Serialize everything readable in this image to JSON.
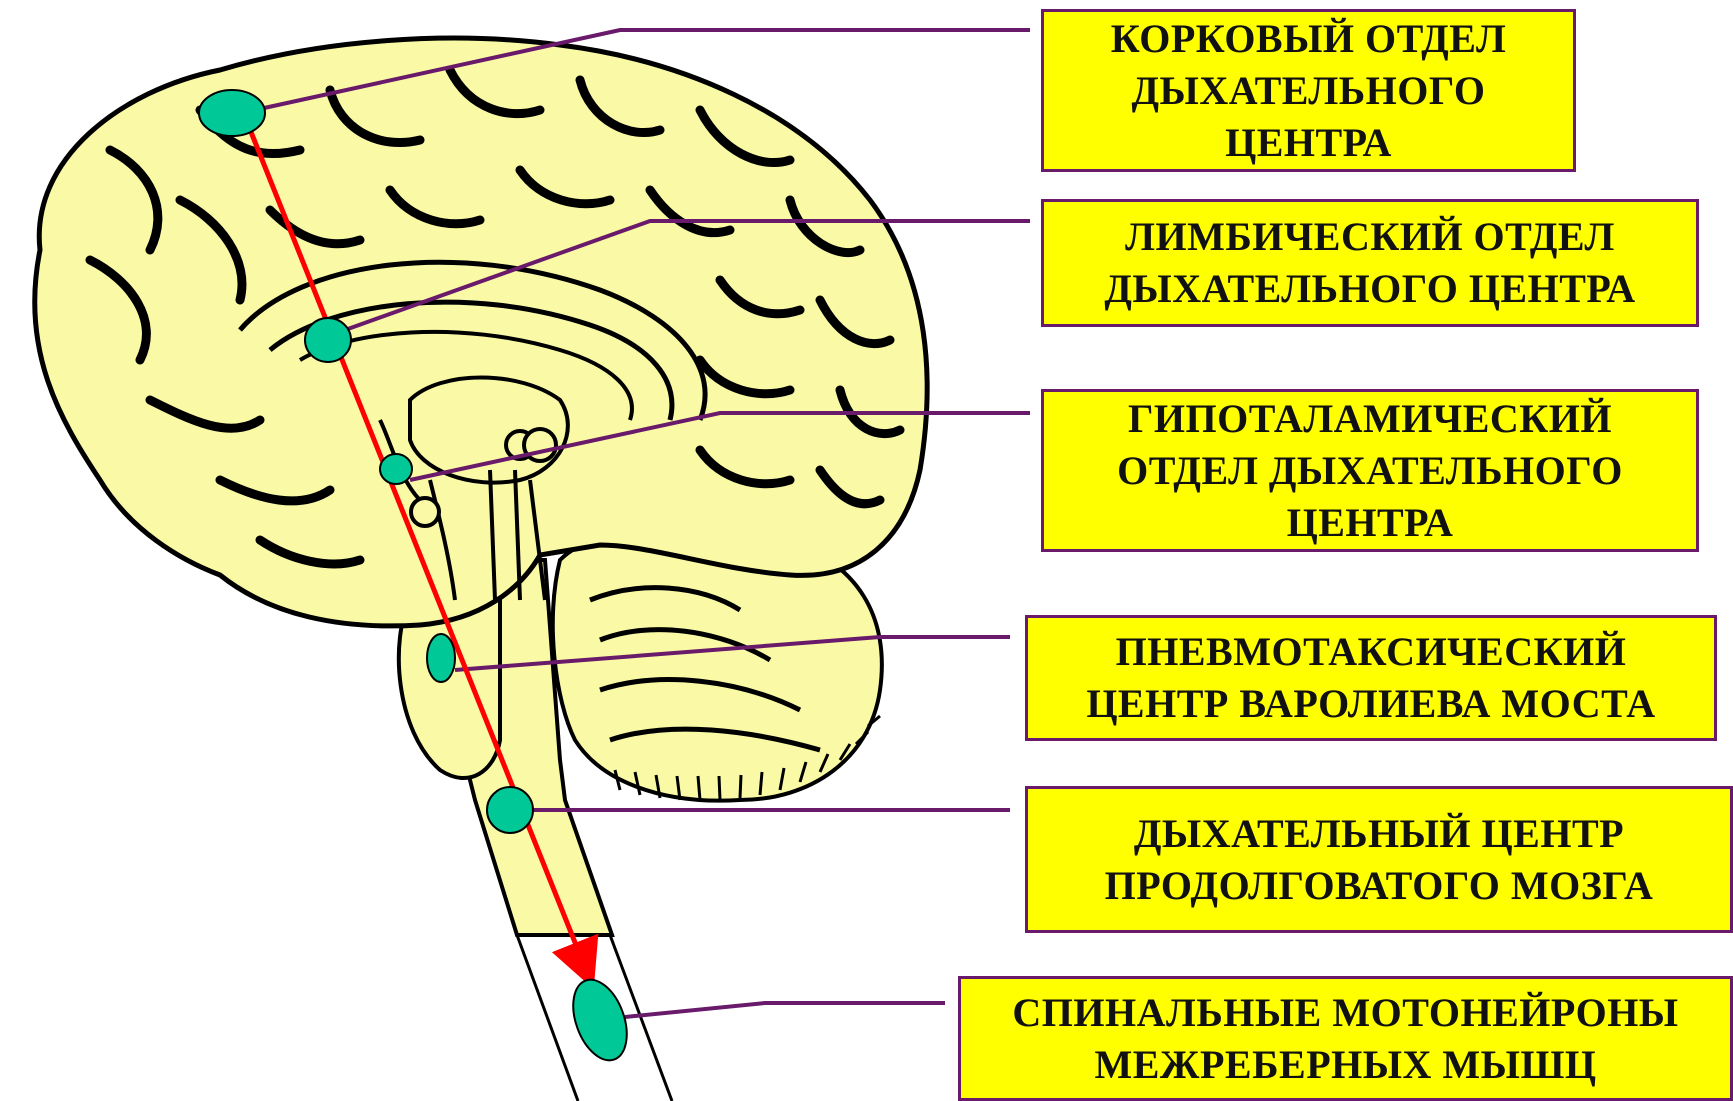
{
  "labels": [
    {
      "id": "cortical",
      "text": "КОРКОВЫЙ ОТДЕЛ\nДЫХАТЕЛЬНОГО\nЦЕНТРА"
    },
    {
      "id": "limbic",
      "text": "ЛИМБИЧЕСКИЙ ОТДЕЛ\nДЫХАТЕЛЬНОГО ЦЕНТРА"
    },
    {
      "id": "hypothalamic",
      "text": "ГИПОТАЛАМИЧЕСКИЙ\nОТДЕЛ ДЫХАТЕЛЬНОГО\nЦЕНТРА"
    },
    {
      "id": "pneumotaxic",
      "text": "ПНЕВМОТАКСИЧЕСКИЙ\nЦЕНТР ВАРОЛИЕВА МОСТА"
    },
    {
      "id": "medulla",
      "text": "ДЫХАТЕЛЬНЫЙ ЦЕНТР\nПРОДОЛГОВАТОГО МОЗГА"
    },
    {
      "id": "spinal",
      "text": "СПИНАЛЬНЫЕ МОТОНЕЙРОНЫ\nМЕЖРЕБЕРНЫХ  МЫШЦ"
    }
  ],
  "colors": {
    "brain_fill": "#fafaa6",
    "outline": "#000000",
    "label_fill": "#ffff00",
    "label_border": "#6a1a6a",
    "leader_line": "#6a1a6a",
    "node_fill": "#00c896",
    "arrow": "#ff0000"
  }
}
